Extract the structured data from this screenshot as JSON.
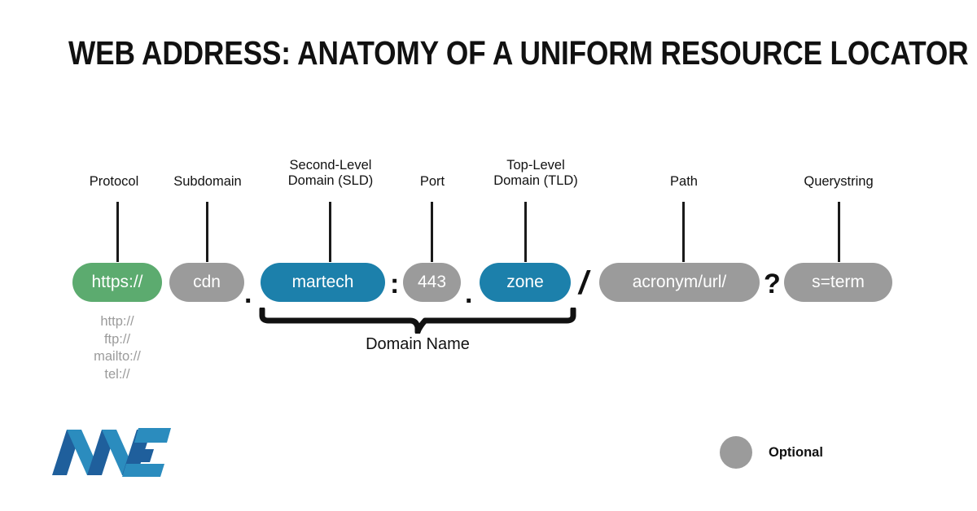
{
  "title": "WEB ADDRESS: ANATOMY OF A UNIFORM RESOURCE LOCATOR (URL)",
  "colors": {
    "protocol_green": "#5cab6f",
    "optional_gray": "#9b9b9b",
    "required_blue": "#1c80ab",
    "ink": "#111111",
    "background": "#ffffff",
    "logo_dark_blue": "#1f5f9c",
    "logo_light_blue": "#2b8cbe"
  },
  "callouts": [
    {
      "id": "protocol",
      "label": "Protocol"
    },
    {
      "id": "subdomain",
      "label": "Subdomain"
    },
    {
      "id": "sld",
      "label": "Second-Level\nDomain (SLD)"
    },
    {
      "id": "port",
      "label": "Port"
    },
    {
      "id": "tld",
      "label": "Top-Level\nDomain (TLD)"
    },
    {
      "id": "path",
      "label": "Path"
    },
    {
      "id": "querystring",
      "label": "Querystring"
    }
  ],
  "url_parts": [
    {
      "id": "protocol",
      "text": "https://",
      "style": "green"
    },
    {
      "id": "subdomain",
      "text": "cdn",
      "style": "gray"
    },
    {
      "id": "sld",
      "text": "martech",
      "style": "blue"
    },
    {
      "id": "port",
      "text": "443",
      "style": "gray"
    },
    {
      "id": "tld",
      "text": "zone",
      "style": "blue"
    },
    {
      "id": "path",
      "text": "acronym/url/",
      "style": "gray"
    },
    {
      "id": "querystring",
      "text": "s=term",
      "style": "gray"
    }
  ],
  "separators": [
    {
      "id": "dot-subdomain-sld",
      "text": "."
    },
    {
      "id": "colon-sld-port",
      "text": ":"
    },
    {
      "id": "dot-port-tld",
      "text": "."
    },
    {
      "id": "slash-tld-path",
      "text": "/"
    },
    {
      "id": "qmark-path-query",
      "text": "?"
    }
  ],
  "protocol_alternatives": "http://\nftp://\nmailto://\ntel://",
  "domain_brace": {
    "label": "Domain Name"
  },
  "legend": {
    "swatch": "optional-swatch",
    "label": "Optional"
  },
  "logo": {
    "name": "martech-logo"
  }
}
